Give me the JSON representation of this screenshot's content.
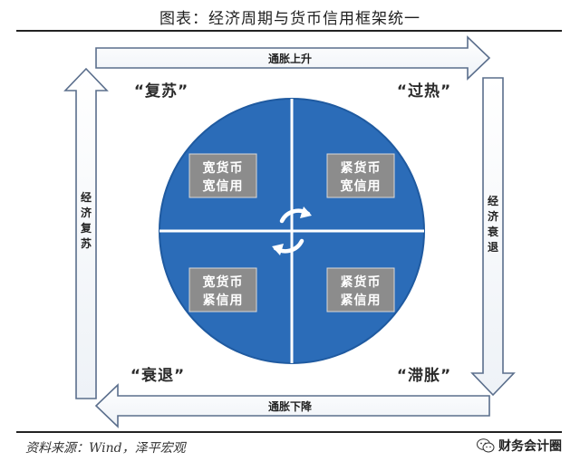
{
  "title": "图表：经济周期与货币信用框架统一",
  "source": "资料来源：Wind，泽平宏观",
  "watermark": "财务会计圈",
  "arrows": {
    "top": "通胀上升",
    "bottom": "通胀下降",
    "left": [
      "经",
      "济",
      "复",
      "苏"
    ],
    "right": [
      "经",
      "济",
      "衰",
      "退"
    ]
  },
  "phases": {
    "top_left": "“复苏”",
    "top_right": "“过热”",
    "bottom_left": "“衰退”",
    "bottom_right": "“滞胀”"
  },
  "quadrants": {
    "top_left": [
      "宽货币",
      "宽信用"
    ],
    "top_right": [
      "紧货币",
      "宽信用"
    ],
    "bottom_left": [
      "宽货币",
      "紧信用"
    ],
    "bottom_right": [
      "紧货币",
      "紧信用"
    ]
  },
  "colors": {
    "circle": "#2b6cb8",
    "circle_dark": "#1f5aa0",
    "label_box": "#8c8c8c",
    "arrow_stroke": "#5a6e8c"
  },
  "icons": {
    "center": "cycle-arrows-icon"
  }
}
